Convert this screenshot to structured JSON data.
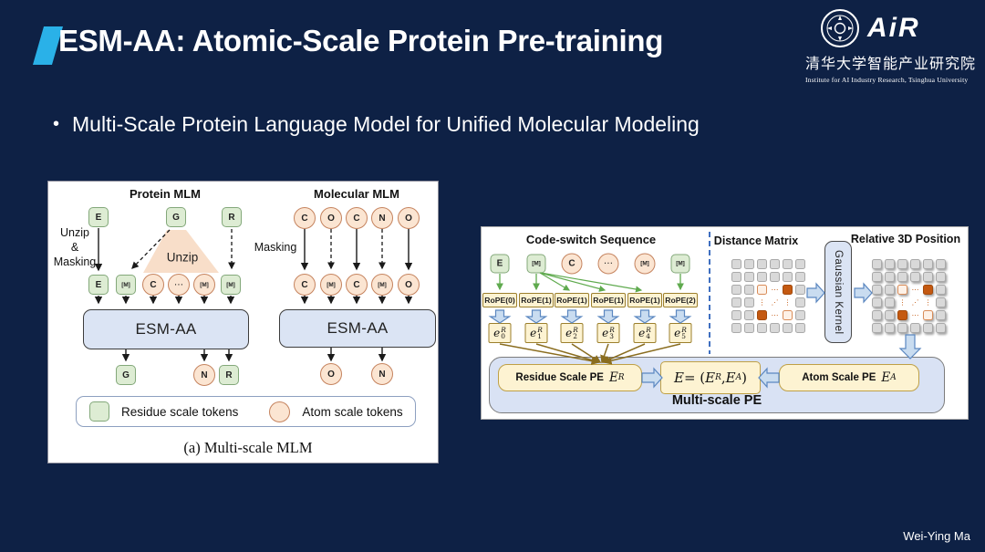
{
  "slide": {
    "title": "ESM-AA: Atomic-Scale Protein Pre-training",
    "bullet_marker": "•",
    "bullet": "Multi-Scale Protein Language Model for Unified Molecular Modeling",
    "footer": "Wei-Ying Ma"
  },
  "colors": {
    "background": "#0e2145",
    "accent": "#2ab1e8",
    "residue_token": "#ddecd3",
    "atom_token": "#fbe5d2",
    "model_box": "#dbe4f4",
    "pe_box": "#fdf3d2",
    "matrix_orange": "#c45911"
  },
  "logo": {
    "air": "AiR",
    "cn": "清华大学智能产业研究院",
    "en": "Institute for AI Industry Research,  Tsinghua University"
  },
  "lf": {
    "protein": {
      "header": "Protein MLM",
      "side_label": [
        "Unzip",
        "&",
        "Masking"
      ],
      "unzip": "Unzip",
      "row1": [
        "E",
        "G",
        "R"
      ],
      "row2": [
        "E",
        "[M]",
        "C",
        "⋯",
        "[M]",
        "[M]"
      ],
      "model": "ESM-AA",
      "out": [
        "G",
        "N",
        "R"
      ]
    },
    "mol": {
      "header": "Molecular MLM",
      "masking": "Masking",
      "row1": [
        "C",
        "O",
        "C",
        "N",
        "O"
      ],
      "row2": [
        "C",
        "[M]",
        "C",
        "[M]",
        "O"
      ],
      "model": "ESM-AA",
      "out": [
        "O",
        "N"
      ]
    },
    "legend": {
      "residue": "Residue scale tokens",
      "atom": "Atom scale tokens"
    },
    "caption": "(a) Multi-scale MLM"
  },
  "rf": {
    "cs": {
      "header": "Code-switch Sequence",
      "tokens": [
        "E",
        "[M]",
        "C",
        "⋯",
        "[M]",
        "[M]"
      ],
      "rope": [
        "RoPE(0)",
        "RoPE(1)",
        "RoPE(1)",
        "RoPE(1)",
        "RoPE(1)",
        "RoPE(2)"
      ],
      "e_base": "e",
      "e_sup": "R",
      "e_subs": [
        "0",
        "1",
        "2",
        "3",
        "4",
        "5"
      ]
    },
    "dm": {
      "header": "Distance Matrix"
    },
    "gk": {
      "label": "Gaussian Kernel"
    },
    "rp": {
      "header": "Relative 3D Position"
    },
    "grid_rows": [
      [
        "g",
        "g",
        "g",
        "g",
        "g",
        "g"
      ],
      [
        "g",
        "g",
        "g",
        "g",
        "g",
        "g"
      ],
      [
        "g",
        "g",
        "lt",
        "dh",
        "dk",
        "g"
      ],
      [
        "g",
        "g",
        "dv",
        "dd",
        "dv",
        "g"
      ],
      [
        "g",
        "g",
        "dk",
        "dh",
        "lt",
        "g"
      ],
      [
        "g",
        "g",
        "g",
        "g",
        "g",
        "g"
      ]
    ],
    "dots": {
      "dh": "⋯",
      "dv": "⋮",
      "dd": "⋰"
    },
    "pe": {
      "residue_label": "Residue Scale PE",
      "residue_e": "E",
      "residue_sup": "R",
      "formula": [
        "E",
        " = (",
        "E",
        "R",
        ", ",
        "E",
        "A",
        ")"
      ],
      "atom_label": "Atom Scale PE",
      "atom_e": "E",
      "atom_sup": "A",
      "container": "Multi-scale PE"
    }
  }
}
